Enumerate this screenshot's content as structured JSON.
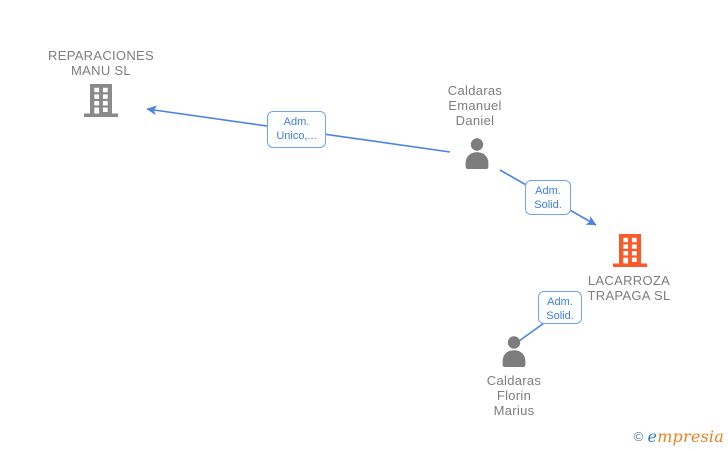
{
  "diagram": {
    "nodes": [
      {
        "name": "reparaciones-manu-sl",
        "type": "company",
        "label": "REPARACIONES\nMANU  SL",
        "icon": "building-icon",
        "icon_color": "#8a8a8a"
      },
      {
        "name": "caldaras-emanuel-daniel",
        "type": "person",
        "label": "Caldaras\nEmanuel\nDaniel",
        "icon": "person-icon",
        "icon_color": "#7d7d7d"
      },
      {
        "name": "lacarroza-trapaga-sl",
        "type": "company",
        "label": "LACARROZA\nTRAPAGA  SL",
        "icon": "building-icon",
        "icon_color": "#fb5a28"
      },
      {
        "name": "caldaras-florin-marius",
        "type": "person",
        "label": "Caldaras\nFlorin\nMarius",
        "icon": "person-icon",
        "icon_color": "#7d7d7d"
      }
    ],
    "edges": [
      {
        "from": "caldaras-emanuel-daniel",
        "to": "reparaciones-manu-sl",
        "label": "Adm.\nUnico,..."
      },
      {
        "from": "caldaras-emanuel-daniel",
        "to": "lacarroza-trapaga-sl",
        "label": "Adm.\nSolid."
      },
      {
        "from": "caldaras-florin-marius",
        "to": "lacarroza-trapaga-sl",
        "label": "Adm.\nSolid."
      }
    ]
  },
  "colors": {
    "edge": "#4a84e0",
    "edge_label_text": "#3f7de0",
    "edge_label_border": "#74a4ef",
    "edge_label_bg": "#fdfeff",
    "node_label_text": "#7d7d7d",
    "icon_gray": "#8a8a8a",
    "company_highlight": "#fb5a28",
    "window_fill": "#ffffff"
  },
  "watermark": {
    "copyright": "©",
    "brand_first": "e",
    "brand_rest": "mpresia"
  }
}
